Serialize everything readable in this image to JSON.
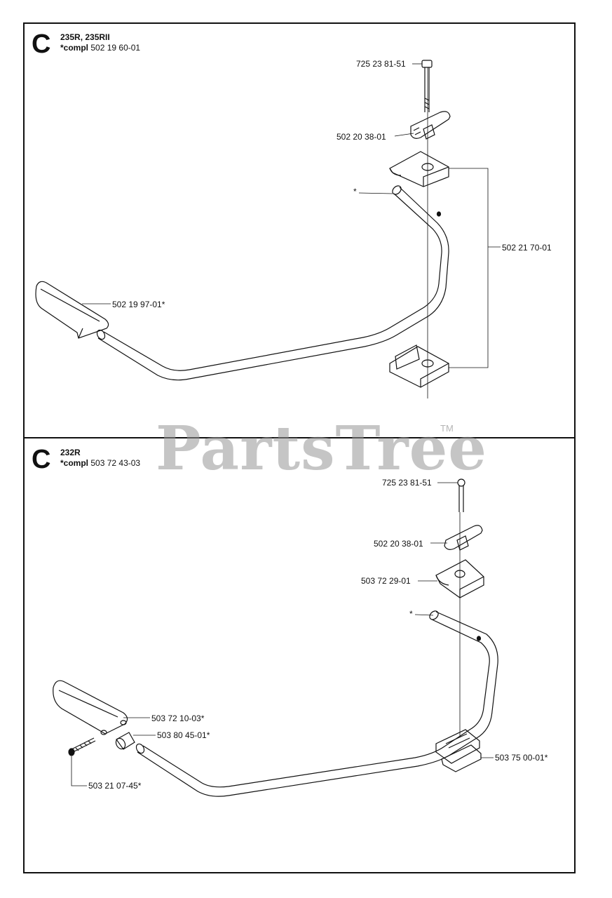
{
  "section_top": {
    "letter": "C",
    "models": "235R, 235RII",
    "compl_prefix": "*compl",
    "compl_number": "502 19 60-01",
    "labels": {
      "bolt": "725 23 81-51",
      "knob": "502 20 38-01",
      "star": "*",
      "clamp": "502 21 70-01",
      "grip": "502 19 97-01*"
    }
  },
  "section_bottom": {
    "letter": "C",
    "models": "232R",
    "compl_prefix": "*compl",
    "compl_number": "503 72 43-03",
    "labels": {
      "bolt": "725 23 81-51",
      "knob": "502 20 38-01",
      "clamp_top": "503 72 29-01",
      "star": "*",
      "grip": "503 72 10-03*",
      "sleeve": "503 80 45-01*",
      "screw": "503 21 07-45*",
      "clamp_bottom": "503 75 00-01*"
    }
  },
  "watermark": {
    "text": "PartsTree",
    "tm": "TM"
  }
}
